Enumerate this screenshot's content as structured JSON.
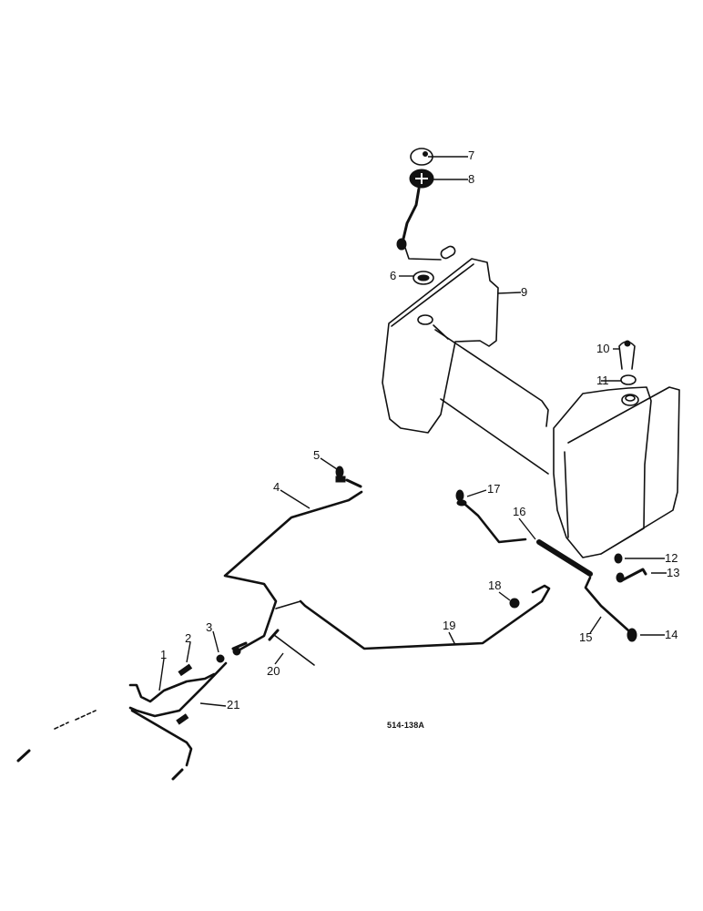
{
  "diagram": {
    "type": "exploded-parts-diagram",
    "subject": "fuel tank and fuel lines",
    "drawing_code": "514-138A",
    "callouts": [
      {
        "id": "1",
        "label": "1"
      },
      {
        "id": "2",
        "label": "2"
      },
      {
        "id": "3",
        "label": "3"
      },
      {
        "id": "4",
        "label": "4"
      },
      {
        "id": "5",
        "label": "5"
      },
      {
        "id": "6",
        "label": "6"
      },
      {
        "id": "7",
        "label": "7"
      },
      {
        "id": "8",
        "label": "8"
      },
      {
        "id": "9",
        "label": "9"
      },
      {
        "id": "10",
        "label": "10"
      },
      {
        "id": "11",
        "label": "11"
      },
      {
        "id": "12",
        "label": "12"
      },
      {
        "id": "13",
        "label": "13"
      },
      {
        "id": "14",
        "label": "14"
      },
      {
        "id": "15",
        "label": "15"
      },
      {
        "id": "16",
        "label": "16"
      },
      {
        "id": "17",
        "label": "17"
      },
      {
        "id": "18",
        "label": "18"
      },
      {
        "id": "19",
        "label": "19"
      },
      {
        "id": "20",
        "label": "20"
      },
      {
        "id": "21",
        "label": "21"
      }
    ]
  }
}
